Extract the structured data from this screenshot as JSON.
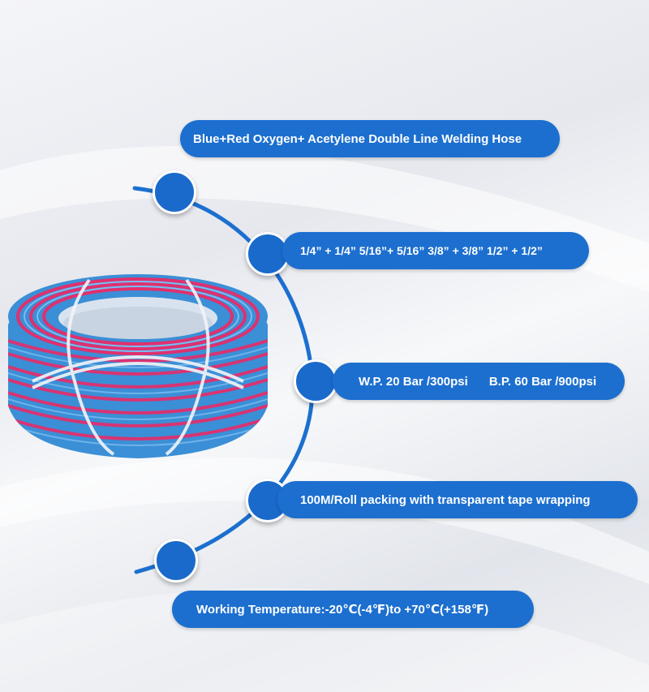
{
  "product": {
    "title": "Blue+Red  Oxygen+ Acetylene Double Line Welding Hose",
    "sizes": "1/4” + 1/4”  5/16”+ 5/16”  3/8” + 3/8”  1/2” + 1/2”",
    "wp": "W.P. 20 Bar /300psi",
    "bp": "B.P. 60 Bar /900psi",
    "packing": "100M/Roll packing with transparent tape wrapping",
    "temperature": "Working Temperature:-20℃(-4℉)to +70℃(+158℉)"
  },
  "colors": {
    "accent_blue": "#1c6fcf",
    "hose_blue": "#3b8fd6",
    "hose_red": "#e0306e",
    "text": "#ffffff"
  }
}
